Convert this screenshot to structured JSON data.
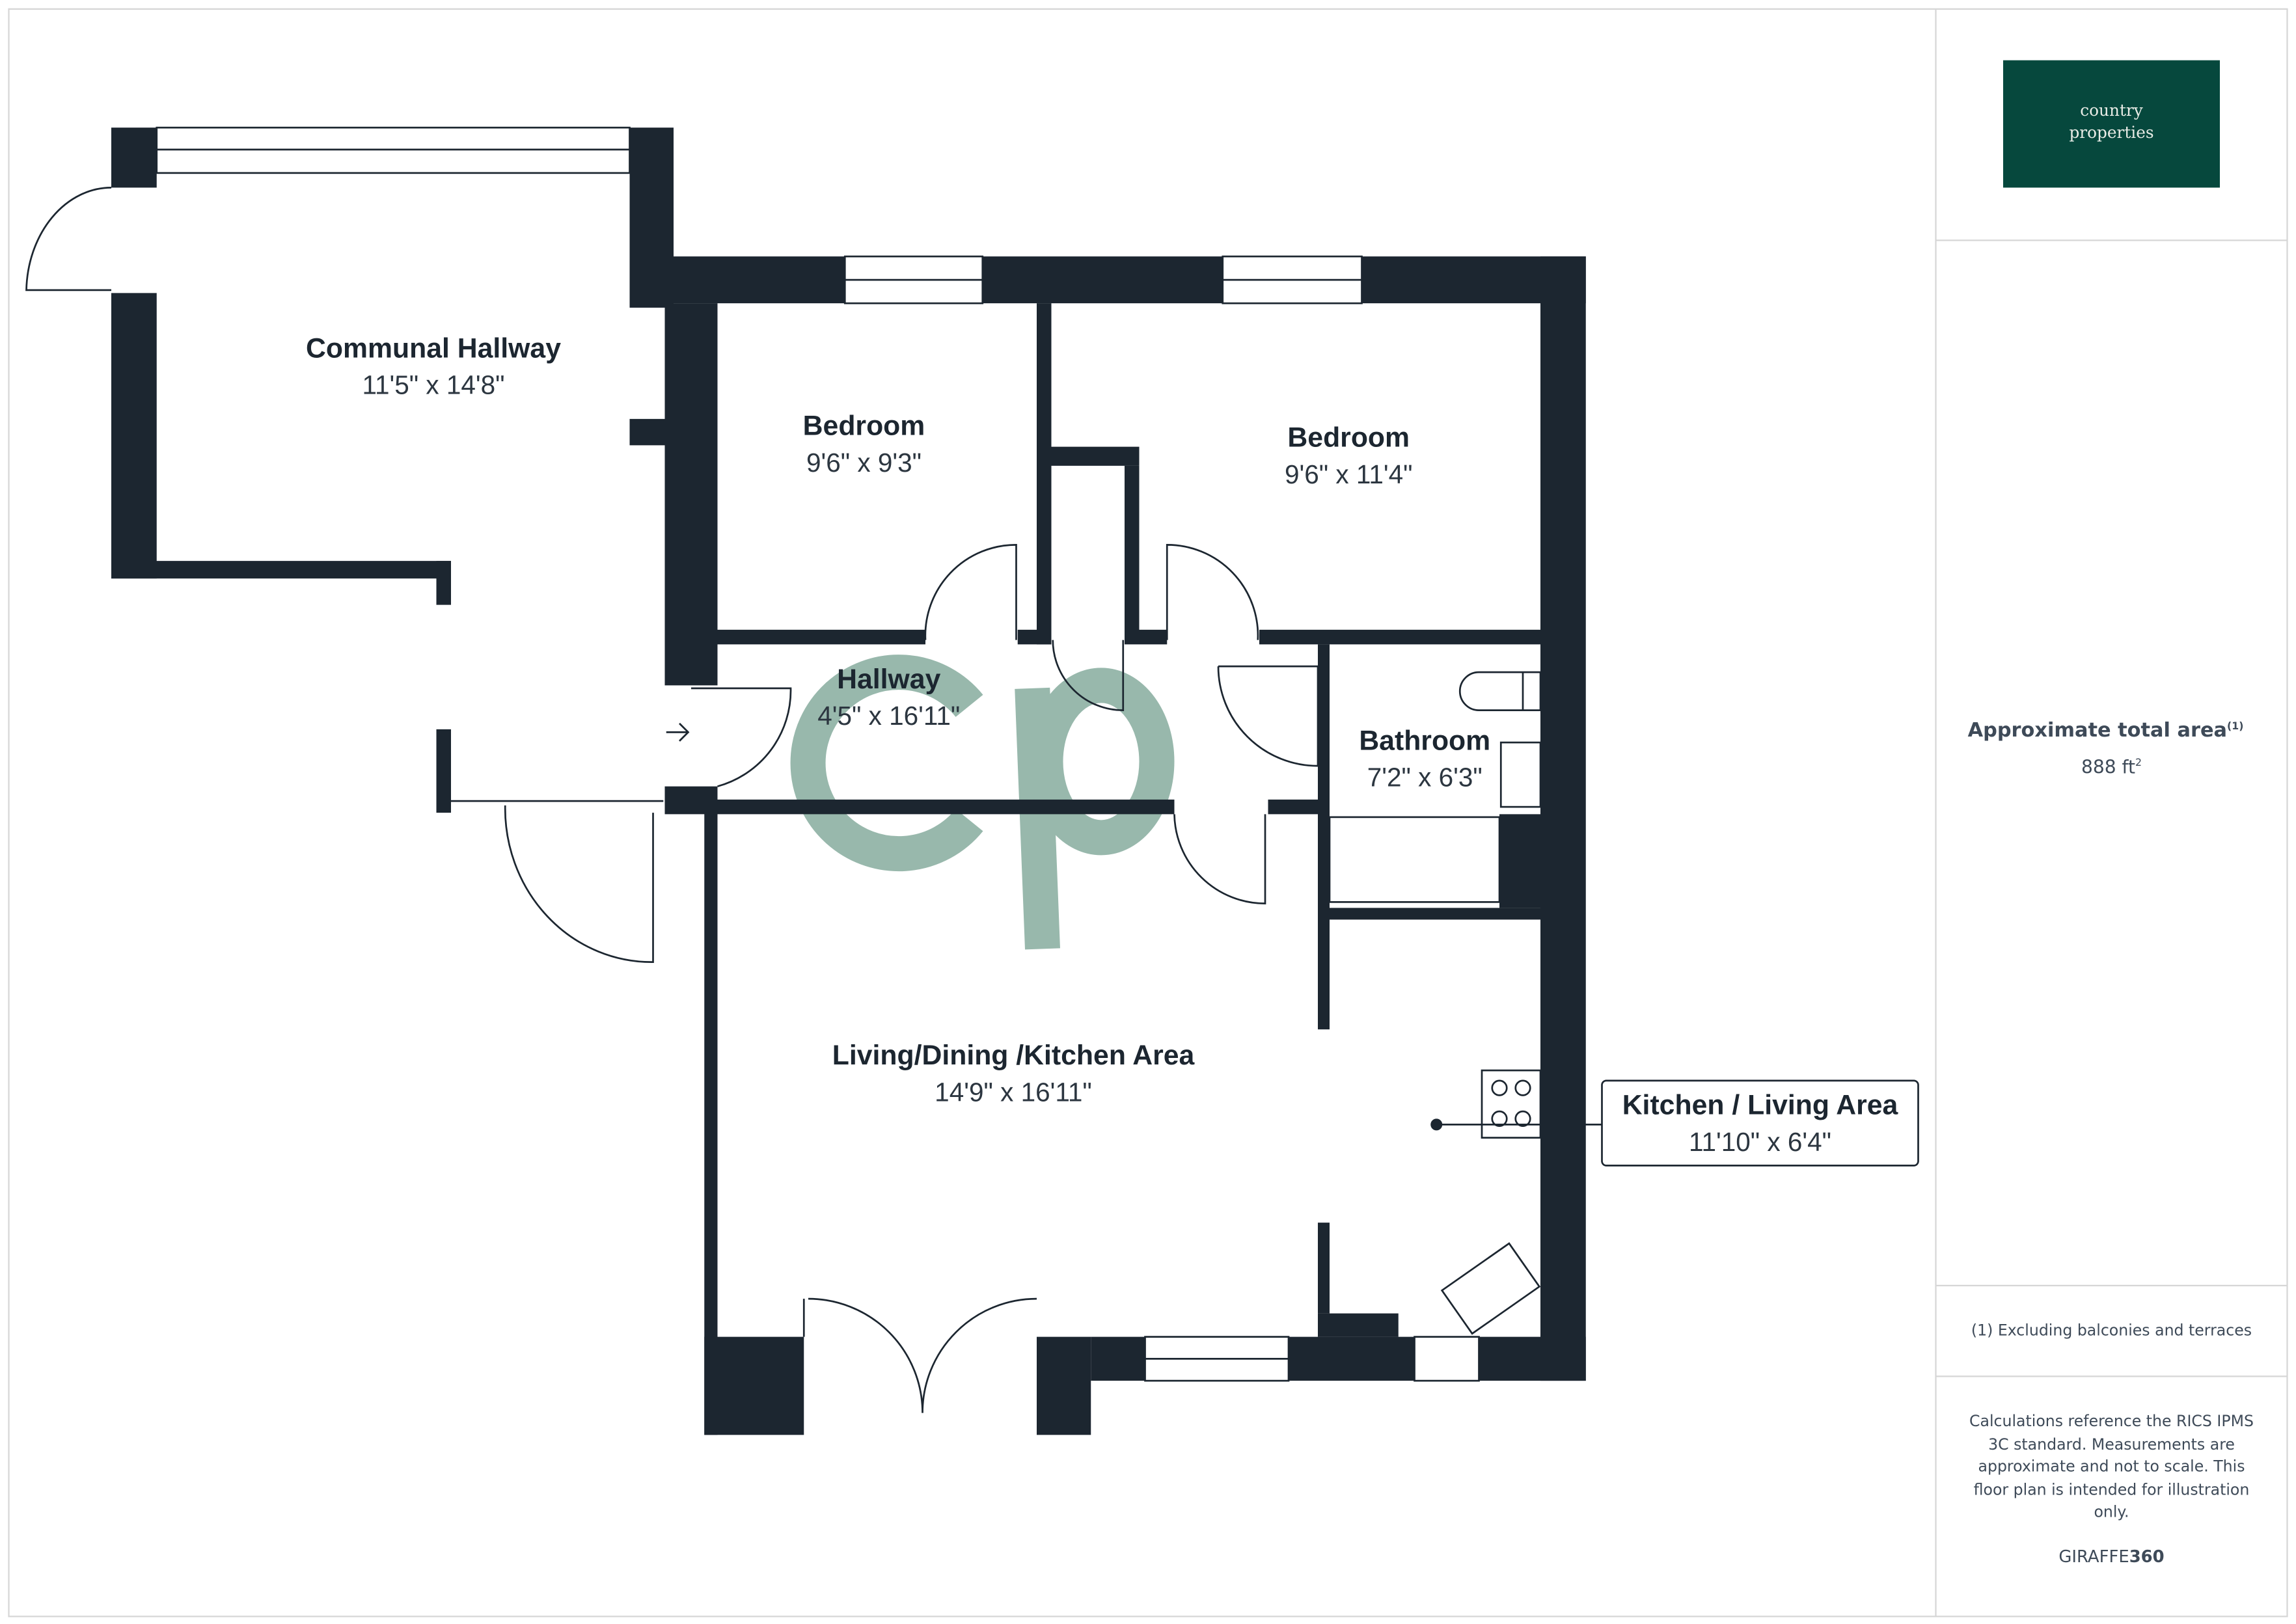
{
  "logo": {
    "line1": "country",
    "line2": "properties",
    "bg_color": "#06483d"
  },
  "watermark": {
    "text": "cp",
    "color": "#98b8ac"
  },
  "rooms": [
    {
      "name": "Communal Hallway",
      "dims": "11'5\" x 14'8\""
    },
    {
      "name": "Bedroom",
      "dims": "9'6\" x 9'3\""
    },
    {
      "name": "Bedroom",
      "dims": "9'6\" x 11'4\""
    },
    {
      "name": "Hallway",
      "dims": "4'5\" x 16'11\""
    },
    {
      "name": "Bathroom",
      "dims": "7'2\" x 6'3\""
    },
    {
      "name": "Living/Dining /Kitchen Area",
      "dims": "14'9\" x 16'11\""
    }
  ],
  "callout": {
    "name": "Kitchen / Living Area",
    "dims": "11'10\" x 6'4\""
  },
  "sidebar": {
    "area_label": "Approximate total area",
    "area_note_marker": "(1)",
    "area_value": "888 ft",
    "area_unit_sup": "2",
    "footnote": "(1) Excluding balconies and terraces",
    "disclaimer": [
      "Calculations reference the RICS IPMS",
      "3C standard. Measurements are",
      "approximate and not to scale. This",
      "floor plan is intended for illustration",
      "only."
    ],
    "brand_light": "GIRAFFE",
    "brand_bold": "360"
  },
  "colors": {
    "wall": "#1c2630",
    "text": "#3e4a58"
  }
}
